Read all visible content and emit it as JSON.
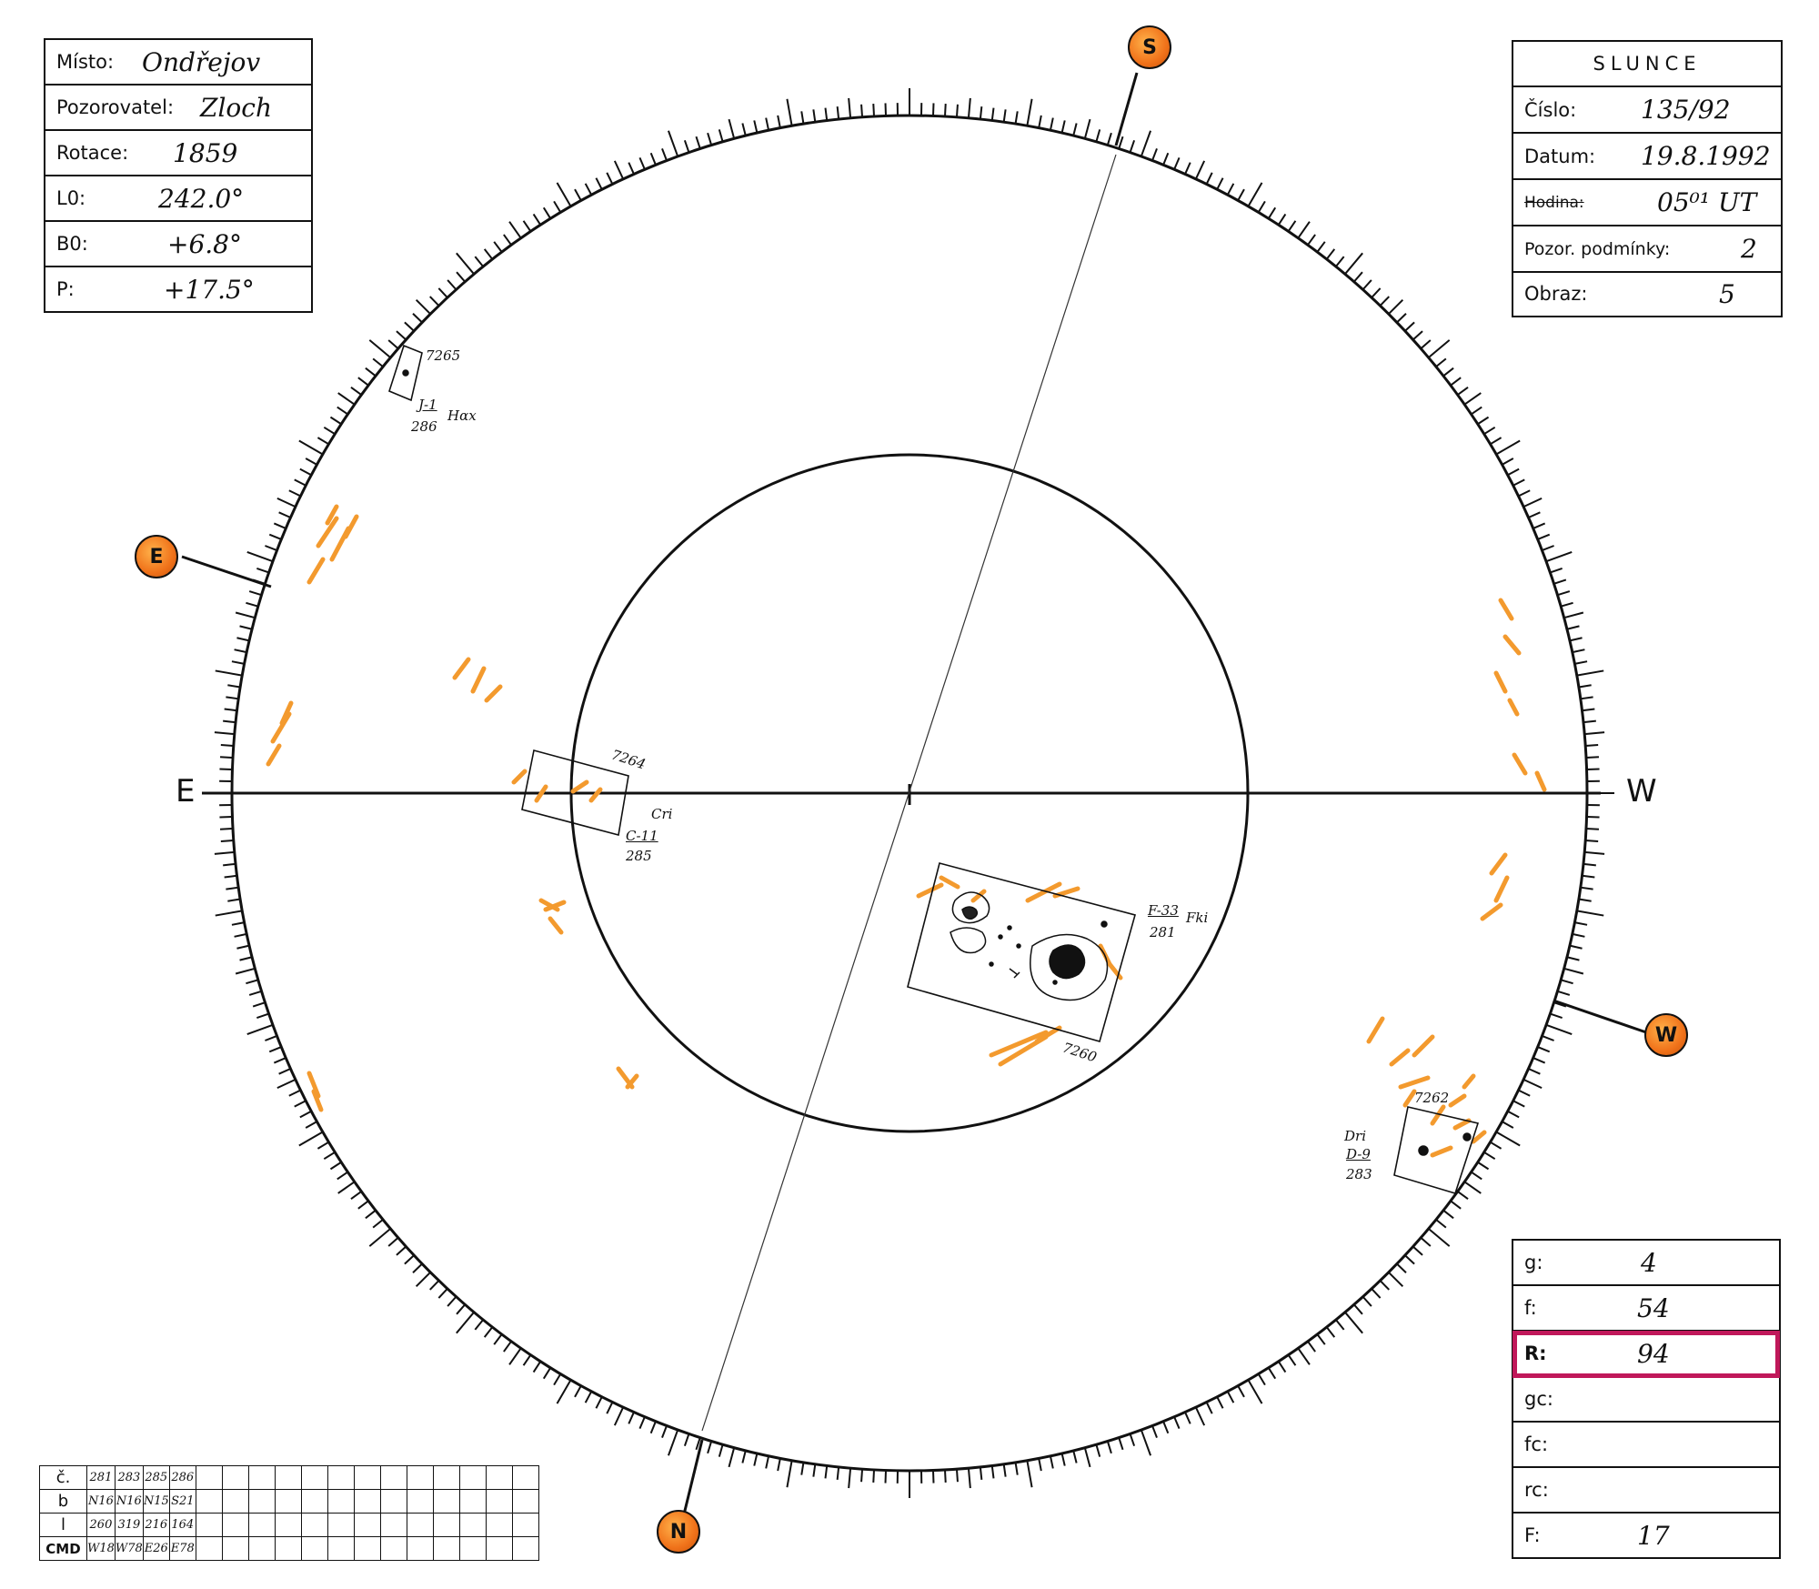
{
  "left_box": [
    {
      "label": "Místo:",
      "value": "Ondřejov"
    },
    {
      "label": "Pozorovatel:",
      "value": "Zloch"
    },
    {
      "label": "Rotace:",
      "value": "1859"
    },
    {
      "label": "L0:",
      "value": "242.0°"
    },
    {
      "label": "B0:",
      "value": "+6.8°"
    },
    {
      "label": "P:",
      "value": "+17.5°"
    }
  ],
  "right_box": {
    "title": "SLUNCE",
    "rows": [
      {
        "label": "Číslo:",
        "value": "135/92"
      },
      {
        "label": "Datum:",
        "value": "19.8.1992"
      },
      {
        "label": "Hodina:",
        "value": "05⁰¹ UT"
      },
      {
        "label": "Pozor. podmínky:",
        "value": "2"
      },
      {
        "label": "Obraz:",
        "value": "5"
      }
    ]
  },
  "count_box": [
    {
      "label": "g:",
      "value": "4"
    },
    {
      "label": "f:",
      "value": "54"
    },
    {
      "label": "R:",
      "value": "94",
      "highlight": true
    },
    {
      "label": "gc:",
      "value": ""
    },
    {
      "label": "fc:",
      "value": ""
    },
    {
      "label": "rc:",
      "value": ""
    },
    {
      "label": "F:",
      "value": "17"
    }
  ],
  "colors": {
    "highlight": "#c0185a",
    "facula": "#f39a2e",
    "marker": "#f0721a"
  },
  "directions": {
    "east": "E",
    "west": "W"
  },
  "markers": {
    "south": "S",
    "north": "N",
    "east": "E",
    "west": "W"
  },
  "groups": [
    {
      "number": "7265",
      "class": "J-1",
      "type": "Hαx",
      "lon": "286"
    },
    {
      "number": "7264",
      "class": "C-11",
      "type": "Cri",
      "lon": "285"
    },
    {
      "number": "7260",
      "class": "F-33",
      "type": "Fki",
      "lon": "281"
    },
    {
      "number": "7262",
      "class": "D-9",
      "type": "Dri",
      "lon": "283"
    }
  ],
  "group_table": {
    "row_labels": [
      "č.",
      "b",
      "l",
      "CMD"
    ],
    "columns": [
      [
        "281",
        "N16",
        "260",
        "W18"
      ],
      [
        "283",
        "N16",
        "319",
        "W78"
      ],
      [
        "285",
        "N15",
        "216",
        "E26"
      ],
      [
        "286",
        "S21",
        "164",
        "E78"
      ]
    ]
  }
}
